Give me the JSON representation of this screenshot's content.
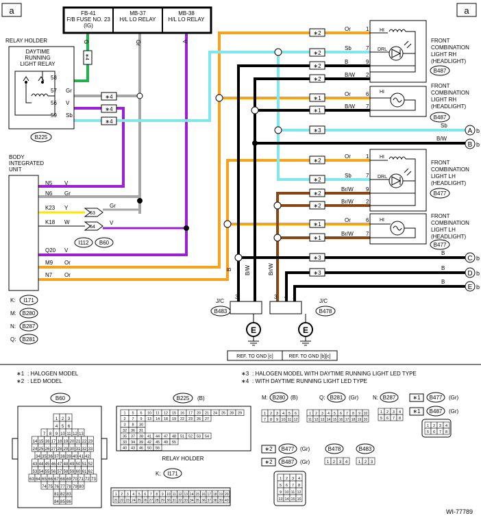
{
  "page": {
    "marker_left": "a",
    "marker_right": "a",
    "figure_id": "WI-77789"
  },
  "colors": {
    "green": "#22b14c",
    "gray": "#a6a6a6",
    "purple": "#9b1fd6",
    "orange": "#f7a21b",
    "cyan": "#7ee8ee",
    "black": "#000000",
    "brown": "#8b4513",
    "yellow": "#ffe600"
  },
  "fuse_box": {
    "fuse": {
      "line1": "FB-41",
      "line2": "F/B FUSE NO. 23",
      "line3": "(IG)"
    },
    "lo_relay1": {
      "line1": "MB-37",
      "line2": "H/L LO RELAY"
    },
    "lo_relay2": {
      "line1": "MB-38",
      "line2": "H/L LO RELAY"
    },
    "wire_colors": [
      "G",
      "Gr",
      "V"
    ]
  },
  "relay": {
    "title": "RELAY HOLDER",
    "name": [
      "DAYTIME",
      "RUNNING",
      "LIGHT RELAY"
    ],
    "connector": "B225",
    "pins": [
      {
        "pin": "58",
        "color": ""
      },
      {
        "pin": "57",
        "color": "Gr"
      },
      {
        "pin": "56",
        "color": "V"
      },
      {
        "pin": "59",
        "color": "Sb"
      }
    ]
  },
  "biu": {
    "title": [
      "BODY",
      "INTEGRATED",
      "UNIT"
    ],
    "pins": [
      {
        "pin": "N5",
        "color": "V"
      },
      {
        "pin": "N6",
        "color": "Gr"
      },
      {
        "pin": "K23",
        "color": "Y"
      },
      {
        "pin": "K18",
        "color": "W"
      },
      {
        "pin": "Q20",
        "color": "V"
      },
      {
        "pin": "M9",
        "color": "Or"
      },
      {
        "pin": "N7",
        "color": "Or"
      }
    ],
    "i112_pins": [
      "63",
      "64"
    ],
    "i112_labels": [
      "I112",
      "B60"
    ],
    "i112_colors": [
      "Gr",
      "V"
    ],
    "connector_refs": [
      {
        "k": "K:",
        "id": "I171"
      },
      {
        "k": "M:",
        "id": "B280"
      },
      {
        "k": "N:",
        "id": "B287"
      },
      {
        "k": "Q:",
        "id": "B281"
      }
    ]
  },
  "stars": {
    "s1": "∗1",
    "s2": "∗2",
    "s3": "∗3",
    "s4": "∗4",
    "s4_vert": "∗4"
  },
  "lamps": [
    {
      "title": [
        "FRONT",
        "COMBINATION",
        "LIGHT RH",
        "(HEADLIGHT)"
      ],
      "connector": "B487",
      "pins": [
        "1",
        "7",
        "9",
        "2"
      ],
      "labels": [
        "HI",
        "DRL"
      ]
    },
    {
      "title": [
        "FRONT",
        "COMBINATION",
        "LIGHT RH",
        "(HEADLIGHT)"
      ],
      "connector": "B487",
      "pins": [
        "6",
        "7"
      ],
      "labels": [
        "HI"
      ]
    },
    {
      "title": [
        "FRONT",
        "COMBINATION",
        "LIGHT LH",
        "(HEADLIGHT)"
      ],
      "connector": "B477",
      "pins": [
        "1",
        "7",
        "9",
        "2"
      ],
      "labels": [
        "HI",
        "DRL"
      ]
    },
    {
      "title": [
        "FRONT",
        "COMBINATION",
        "LIGHT LH",
        "(HEADLIGHT)"
      ],
      "connector": "B477",
      "pins": [
        "6",
        "7"
      ],
      "labels": [
        "HI"
      ]
    }
  ],
  "wire_labels": {
    "or": "Or",
    "sb": "Sb",
    "b": "B",
    "bw": "B/W",
    "brw": "Br/W",
    "gr": "Gr",
    "v": "V"
  },
  "circles": [
    "A",
    "B",
    "C",
    "D",
    "E"
  ],
  "circle_suffix": "b",
  "jc": [
    {
      "label": "J/C",
      "connector": "B483",
      "pins": [
        "3",
        "1"
      ]
    },
    {
      "label": "J/C",
      "connector": "B478",
      "pins": [
        "3",
        "4",
        "1"
      ]
    }
  ],
  "ground": {
    "letter": "E",
    "ref1": "REF. TO GND [c]",
    "ref2": "REF. TO GND [b][c]"
  },
  "legend": {
    "items": [
      {
        "key": "∗1",
        "text": ": HALOGEN MODEL"
      },
      {
        "key": "∗2",
        "text": ": LED MODEL"
      },
      {
        "key": "∗3",
        "text": ": HALOGEN MODEL WITH DAYTIME RUNNING LIGHT LED TYPE"
      },
      {
        "key": "∗4",
        "text": ": WITH DAYTIME RUNNING LIGHT LED TYPE"
      }
    ]
  },
  "connectors": {
    "b60": {
      "title": "B60",
      "rows": [
        [
          "1",
          "2",
          "3"
        ],
        [
          "4",
          "5",
          "6"
        ],
        [
          "7",
          "8",
          "9",
          "10",
          "11",
          "12",
          "13"
        ],
        [
          "14",
          "15",
          "16",
          "17",
          "18",
          "19",
          "20",
          "21",
          "22",
          "23"
        ],
        [
          "24",
          "25",
          "26",
          "27",
          "28",
          "29",
          "30",
          "31",
          "32",
          "33"
        ],
        [
          "34",
          "35",
          "36",
          "37",
          "38",
          "39",
          "40",
          "41",
          "42"
        ],
        [
          "43",
          "44",
          "45",
          "46",
          "47",
          "48",
          "49",
          "50",
          "51",
          "52"
        ],
        [
          "53",
          "54",
          "55",
          "56",
          "57",
          "58",
          "59",
          "60",
          "61",
          "62"
        ],
        [
          "63",
          "64",
          "65",
          "66",
          "67",
          "68",
          "69",
          "70",
          "71",
          "72",
          "73"
        ],
        [
          "74",
          "75",
          "76",
          "77",
          "78",
          "79",
          "80"
        ],
        [
          "81",
          "82",
          "83"
        ],
        [
          "84",
          "85",
          "86"
        ]
      ]
    },
    "b225": {
      "title": "B225",
      "suffix": "(B)",
      "footer": "RELAY HOLDER",
      "rows": [
        [
          "1",
          "5",
          "6",
          "10",
          "11",
          "12",
          "15",
          "16",
          "17",
          "20",
          "21",
          "24",
          "25",
          "28",
          "29"
        ],
        [
          "2",
          "7",
          "9",
          "13",
          "14",
          "18",
          "19",
          "22",
          "23",
          "26",
          "27"
        ],
        [
          "3",
          "8",
          "30"
        ],
        [
          "32",
          "36",
          "31"
        ],
        [
          "35",
          "37",
          "38",
          "41",
          "44",
          "47",
          "48",
          "51",
          "52",
          "53",
          "54"
        ],
        [
          "33",
          "34",
          "39",
          "42",
          "45",
          "49",
          "55"
        ],
        [
          "40",
          "43",
          "46",
          "50",
          "56"
        ]
      ]
    },
    "i171": {
      "title": "I171",
      "prefix": "K:",
      "rows": [
        [
          "1",
          "2",
          "3",
          "4",
          "5",
          "6",
          "7",
          "8",
          "9",
          "10",
          "11",
          "12",
          "13",
          "14",
          "15",
          "16",
          "17",
          "18",
          "19",
          "20"
        ],
        [
          "21",
          "22",
          "23",
          "24",
          "25",
          "26",
          "27",
          "28",
          "29",
          "30",
          "31",
          "32",
          "33",
          "34",
          "35",
          "36",
          "37",
          "38",
          "39",
          "40"
        ]
      ]
    },
    "b280": {
      "title": "B280",
      "prefix": "M:",
      "suffix": "(B)",
      "rows": [
        [
          "1",
          "2",
          "3",
          "4",
          "5",
          "6"
        ],
        [
          "7",
          "8",
          "9",
          "10",
          "11",
          "12"
        ]
      ]
    },
    "b281": {
      "title": "B281",
      "prefix": "Q:",
      "suffix": "(Gr)",
      "rows": [
        [
          "1",
          "2",
          "3",
          "4",
          "5",
          "6",
          "7",
          "8",
          "9",
          "10"
        ],
        [
          "11",
          "12",
          "13",
          "14",
          "15",
          "16",
          "17",
          "18",
          "19",
          "20"
        ]
      ]
    },
    "b287": {
      "title": "B287",
      "prefix": "N:",
      "rows": [
        [
          "1",
          "2",
          "3",
          "4"
        ],
        [
          "5",
          "6",
          "7",
          "8"
        ]
      ]
    },
    "b477_1": {
      "title": "B477",
      "prefix": "∗1",
      "suffix": "(Gr)"
    },
    "b487_1": {
      "title": "B487",
      "prefix": "∗1",
      "suffix": "(Gr)",
      "rows": [
        [
          "1",
          "2",
          "3",
          "4"
        ],
        [
          "5",
          "6",
          "7",
          "8"
        ]
      ]
    },
    "b477_2": {
      "title": "B477",
      "prefix": "∗2",
      "suffix": "(Gr)"
    },
    "b487_2": {
      "title": "B487",
      "prefix": "∗2",
      "suffix": "(Gr)",
      "rows": [
        [
          "1",
          "2",
          "3",
          "4"
        ],
        [
          "5",
          "6",
          "7",
          "8"
        ],
        [
          "9",
          "10",
          "11",
          "12"
        ],
        [
          "13",
          "14",
          "15",
          "16"
        ]
      ]
    },
    "b478": {
      "title": "B478",
      "rows": [
        [
          "1",
          "2",
          "3",
          "4"
        ]
      ]
    },
    "b483": {
      "title": "B483",
      "rows": [
        [
          "1",
          "2",
          "3"
        ]
      ]
    }
  }
}
